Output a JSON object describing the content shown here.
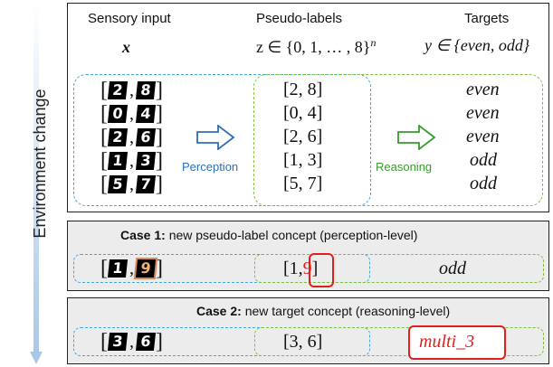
{
  "side": {
    "label": "Environment change"
  },
  "main": {
    "headers": {
      "input": "Sensory input",
      "pseudo": "Pseudo-labels",
      "targets": "Targets"
    },
    "symbols": {
      "x": "x",
      "z": "z ∈ {0, 1, … , 8}",
      "z_exp": "n",
      "y": "y ∈ {even, odd}"
    },
    "rows": [
      {
        "d1": "2",
        "d2": "8",
        "label": "[2, 8]",
        "target": "even"
      },
      {
        "d1": "0",
        "d2": "4",
        "label": "[0, 4]",
        "target": "even"
      },
      {
        "d1": "2",
        "d2": "6",
        "label": "[2, 6]",
        "target": "even"
      },
      {
        "d1": "1",
        "d2": "3",
        "label": "[1, 3]",
        "target": "odd"
      },
      {
        "d1": "5",
        "d2": "7",
        "label": "[5, 7]",
        "target": "odd"
      }
    ],
    "perception": "Perception",
    "reasoning": "Reasoning"
  },
  "case1": {
    "title": "Case 1:",
    "desc": " new pseudo-label concept (perception-level)",
    "d1": "1",
    "d2": "9",
    "label_pre": "[1,",
    "label_new": "9",
    "label_post": "]",
    "target": "odd"
  },
  "case2": {
    "title": "Case 2:",
    "desc": " new target concept (reasoning-level)",
    "d1": "3",
    "d2": "6",
    "label": "[3, 6]",
    "target": "multi_3"
  },
  "colors": {
    "blue": "#3da9dc",
    "green": "#7cc043",
    "red": "#e0201c",
    "arrow": "#a8c8e8"
  }
}
